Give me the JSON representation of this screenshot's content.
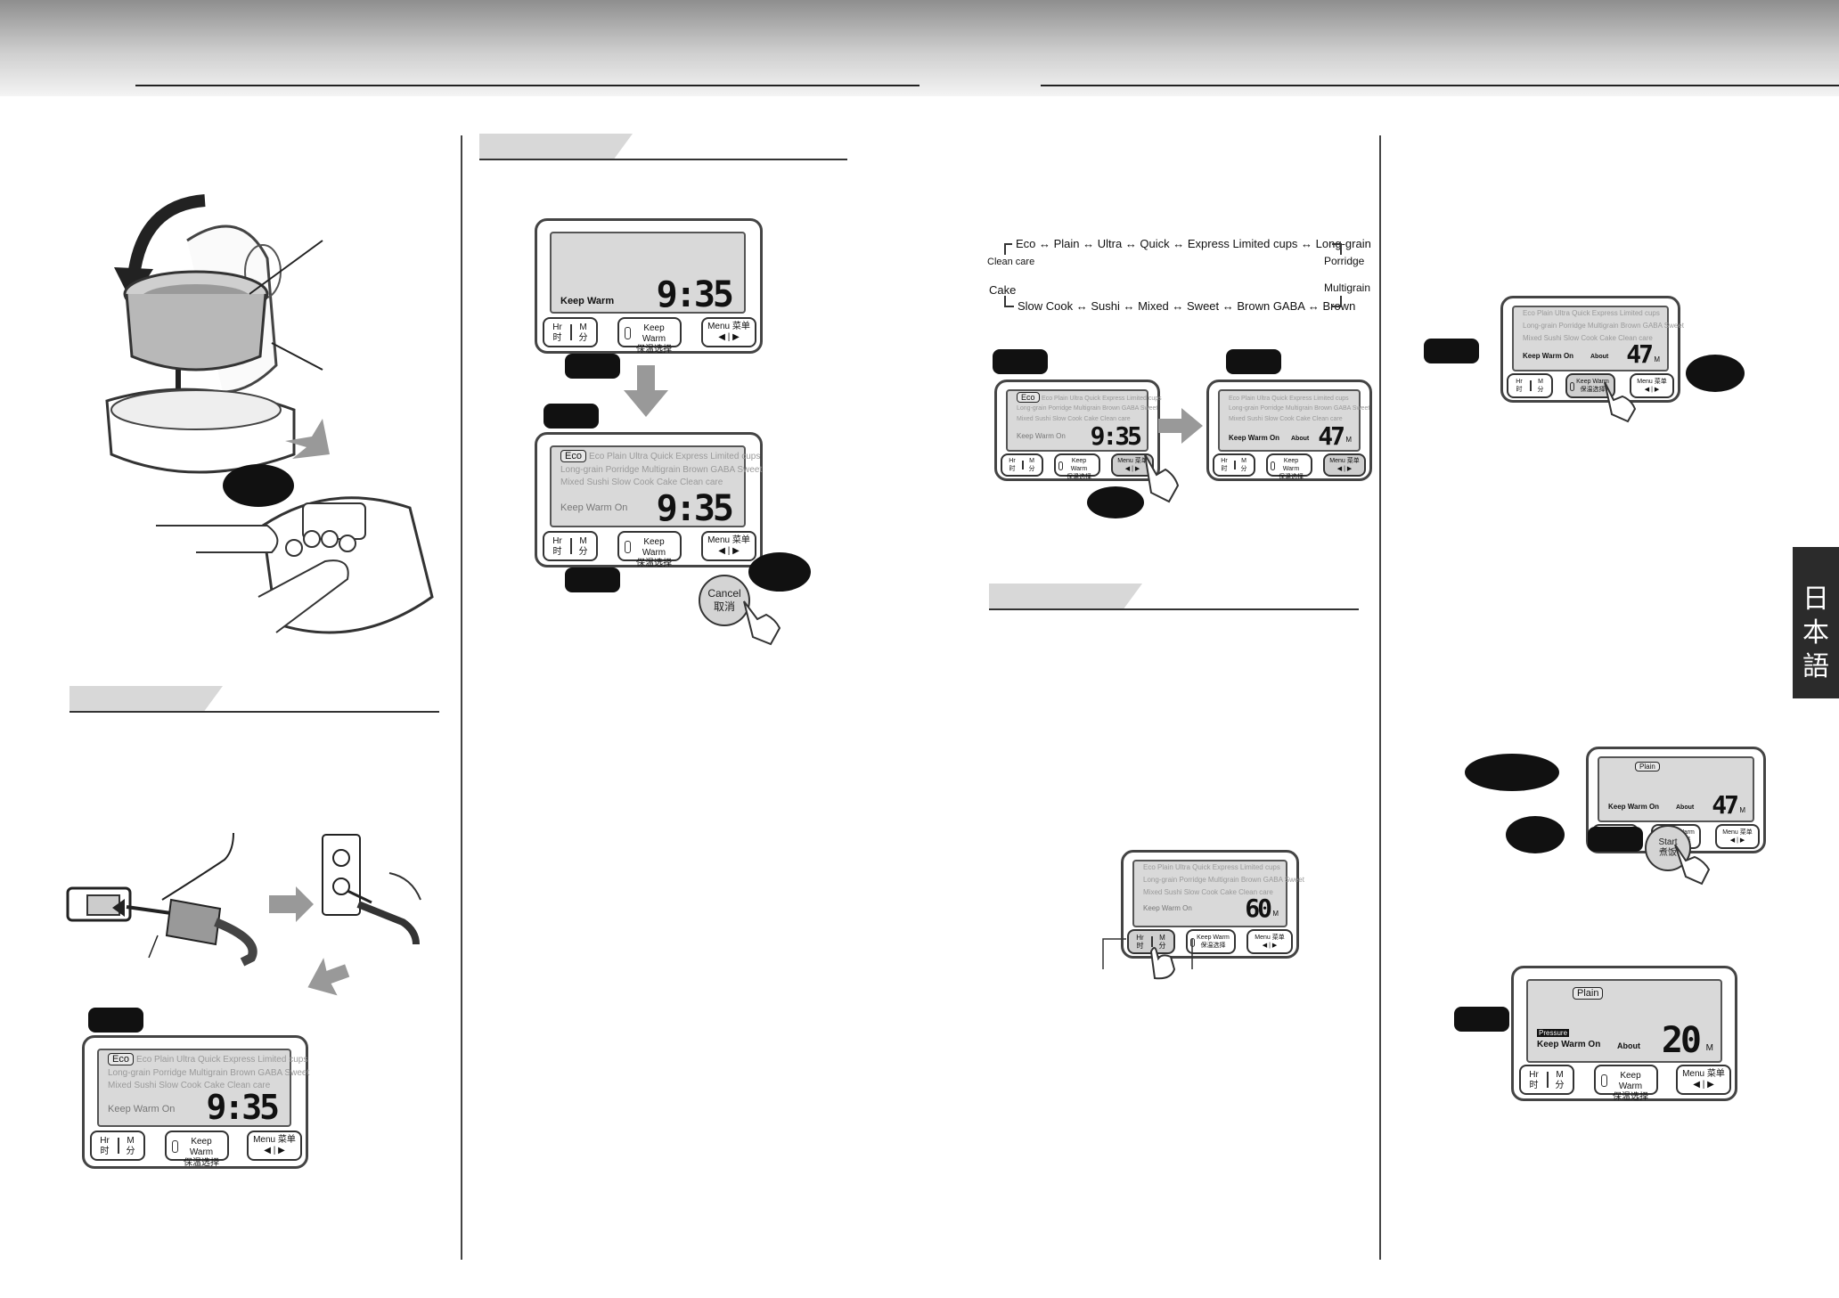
{
  "side_tab": {
    "text": "日本語"
  },
  "panels": {
    "p1": {
      "rows": [
        "Eco  Plain  Ultra  Quick  Express Limited cups",
        "Long-grain  Porridge  Multigrain  Brown  GABA  Sweet",
        "Mixed  Sushi  Slow Cook  Cake  Clean care"
      ],
      "keep_warm": "Keep Warm On",
      "time": "9:35"
    },
    "p2": {
      "keep_warm": "Keep Warm",
      "time": "9:35"
    },
    "p3": {
      "rows": [
        "Eco  Plain  Ultra  Quick  Express Limited cups",
        "Long-grain  Porridge  Multigrain  Brown  GABA  Sweet",
        "Mixed  Sushi  Slow Cook  Cake  Clean care"
      ],
      "keep_warm": "Keep Warm On",
      "time": "9:35"
    },
    "p4": {
      "rows": [
        "Eco  Plain  Ultra  Quick  Express Limited cups",
        "Long-grain  Porridge  Multigrain  Brown  GABA  Sweet",
        "Mixed  Sushi  Slow Cook  Cake  Clean care"
      ],
      "keep_warm": "Keep Warm On",
      "time": "9:35"
    },
    "p5": {
      "rows": [
        "Eco  Plain  Ultra  Quick  Express Limited cups",
        "Long-grain  Porridge  Multigrain  Brown  GABA  Sweet",
        "Mixed  Sushi  Slow Cook  Cake  Clean care"
      ],
      "keep_warm": "Keep Warm On",
      "about": "About",
      "time": "47",
      "unit": "M"
    },
    "p6": {
      "rows": [
        "Eco  Plain  Ultra  Quick  Express Limited cups",
        "Long-grain  Porridge  Multigrain  Brown  GABA  Sweet",
        "Mixed  Sushi  Slow Cook  Cake  Clean care"
      ],
      "keep_warm": "Keep Warm On",
      "time": "60",
      "unit": "M"
    },
    "p7": {
      "rows": [
        "Eco  Plain  Ultra  Quick  Express Limited cups",
        "Long-grain  Porridge  Multigrain  Brown  GABA  Sweet",
        "Mixed  Sushi  Slow Cook  Cake  Clean care"
      ],
      "keep_warm": "Keep Warm On",
      "about": "About",
      "time": "47",
      "unit": "M"
    },
    "p8": {
      "menu": "Plain",
      "keep_warm": "Keep Warm On",
      "about": "About",
      "time": "47",
      "unit": "M"
    },
    "p9": {
      "menu": "Plain",
      "pressure": "Pressure",
      "keep_warm": "Keep Warm On",
      "about": "About",
      "time": "20",
      "unit": "M"
    }
  },
  "buttons": {
    "hr": "Hr",
    "hr_cn": "时",
    "m": "M",
    "m_cn": "分",
    "keep_warm": "Keep Warm",
    "keep_warm_cn": "保温选择",
    "menu": "Menu 菜单",
    "arrows": "◀ | ▶",
    "cancel": "Cancel",
    "cancel_cn": "取消",
    "start": "Start",
    "start_cn": "煮饭"
  },
  "menu_cycle": {
    "top": "Eco ↔ Plain ↔ Ultra ↔ Quick ↔ Express Limited cups ↔ Long-grain",
    "right1": "Porridge",
    "right2": "Multigrain",
    "left1": "Clean care",
    "left2": "Cake",
    "bottom": "Slow Cook ↔ Sushi ↔ Mixed ↔ Sweet ↔ Brown  GABA ↔ Brown"
  }
}
